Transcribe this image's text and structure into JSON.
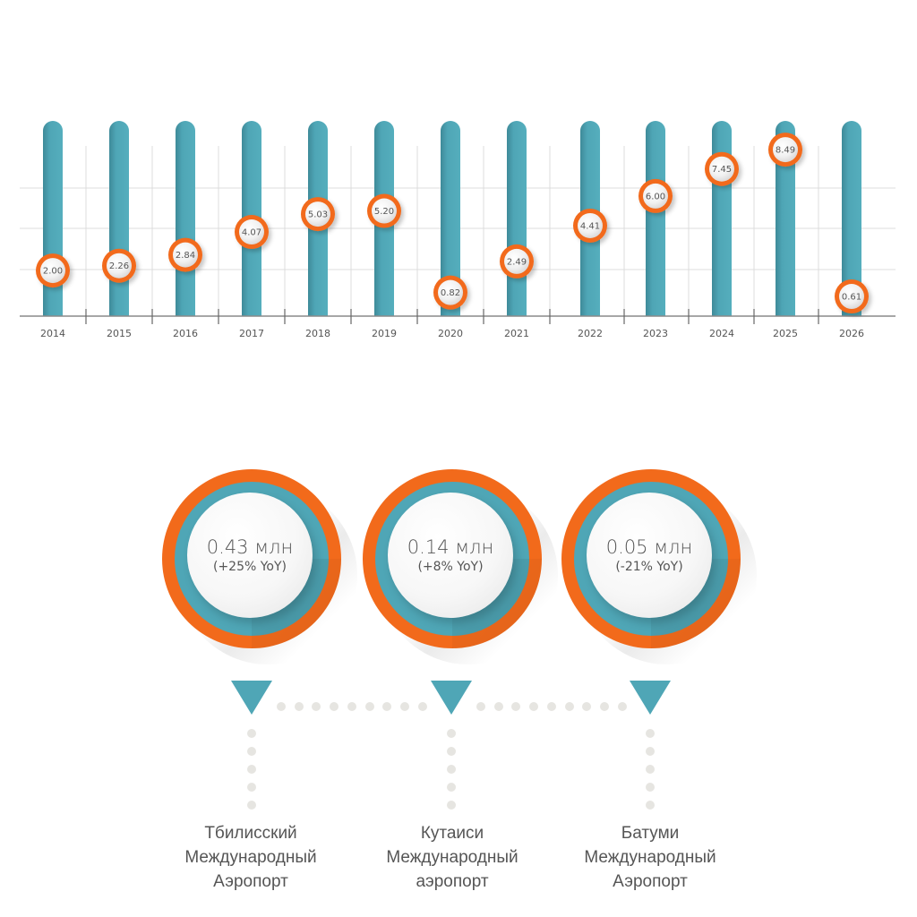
{
  "chart_data": {
    "type": "bar",
    "title": "",
    "xlabel": "",
    "ylabel": "",
    "categories": [
      "2014",
      "2015",
      "2016",
      "2017",
      "2018",
      "2019",
      "2020",
      "2021",
      "2022",
      "2023",
      "2024",
      "2025",
      "2026"
    ],
    "values": [
      2.0,
      2.26,
      2.84,
      4.07,
      5.03,
      5.2,
      0.82,
      2.49,
      4.41,
      6.0,
      7.45,
      8.49,
      0.61
    ],
    "value_labels": [
      "2.00",
      "2.26",
      "2.84",
      "4.07",
      "5.03",
      "5.20",
      "0.82",
      "2.49",
      "4.41",
      "6.00",
      "7.45",
      "8.49",
      "0.61"
    ],
    "marker_style": "circle-on-bar",
    "grid": true,
    "legend": "none",
    "colors": {
      "bar": "#4fa6b6",
      "marker_ring": "#f26a1b",
      "marker_face": "#f2f2f2",
      "text": "#555555",
      "grid": "#d9d9d9",
      "axis": "#8a8a8a"
    }
  },
  "stats": [
    {
      "value": "0.43 млн",
      "change": "(+25% YoY)"
    },
    {
      "value": "0.14 млн",
      "change": "(+8% YoY)"
    },
    {
      "value": "0.05 млн",
      "change": "(-21% YoY)"
    }
  ],
  "airports": [
    {
      "line1": "Тбилисский",
      "line2": "Международный",
      "line3": "Аэропорт"
    },
    {
      "line1": "Кутаиси",
      "line2": "Международный",
      "line3": "аэропорт"
    },
    {
      "line1": "Батуми",
      "line2": "Международный",
      "line3": "Аэропорт"
    }
  ],
  "icons": {
    "pointer": "triangle-down-icon",
    "connector": "dotted-line"
  },
  "colors": {
    "orange": "#f26a1b",
    "teal": "#4fa6b6",
    "dot": "#e6e5e1",
    "text": "#555555"
  }
}
